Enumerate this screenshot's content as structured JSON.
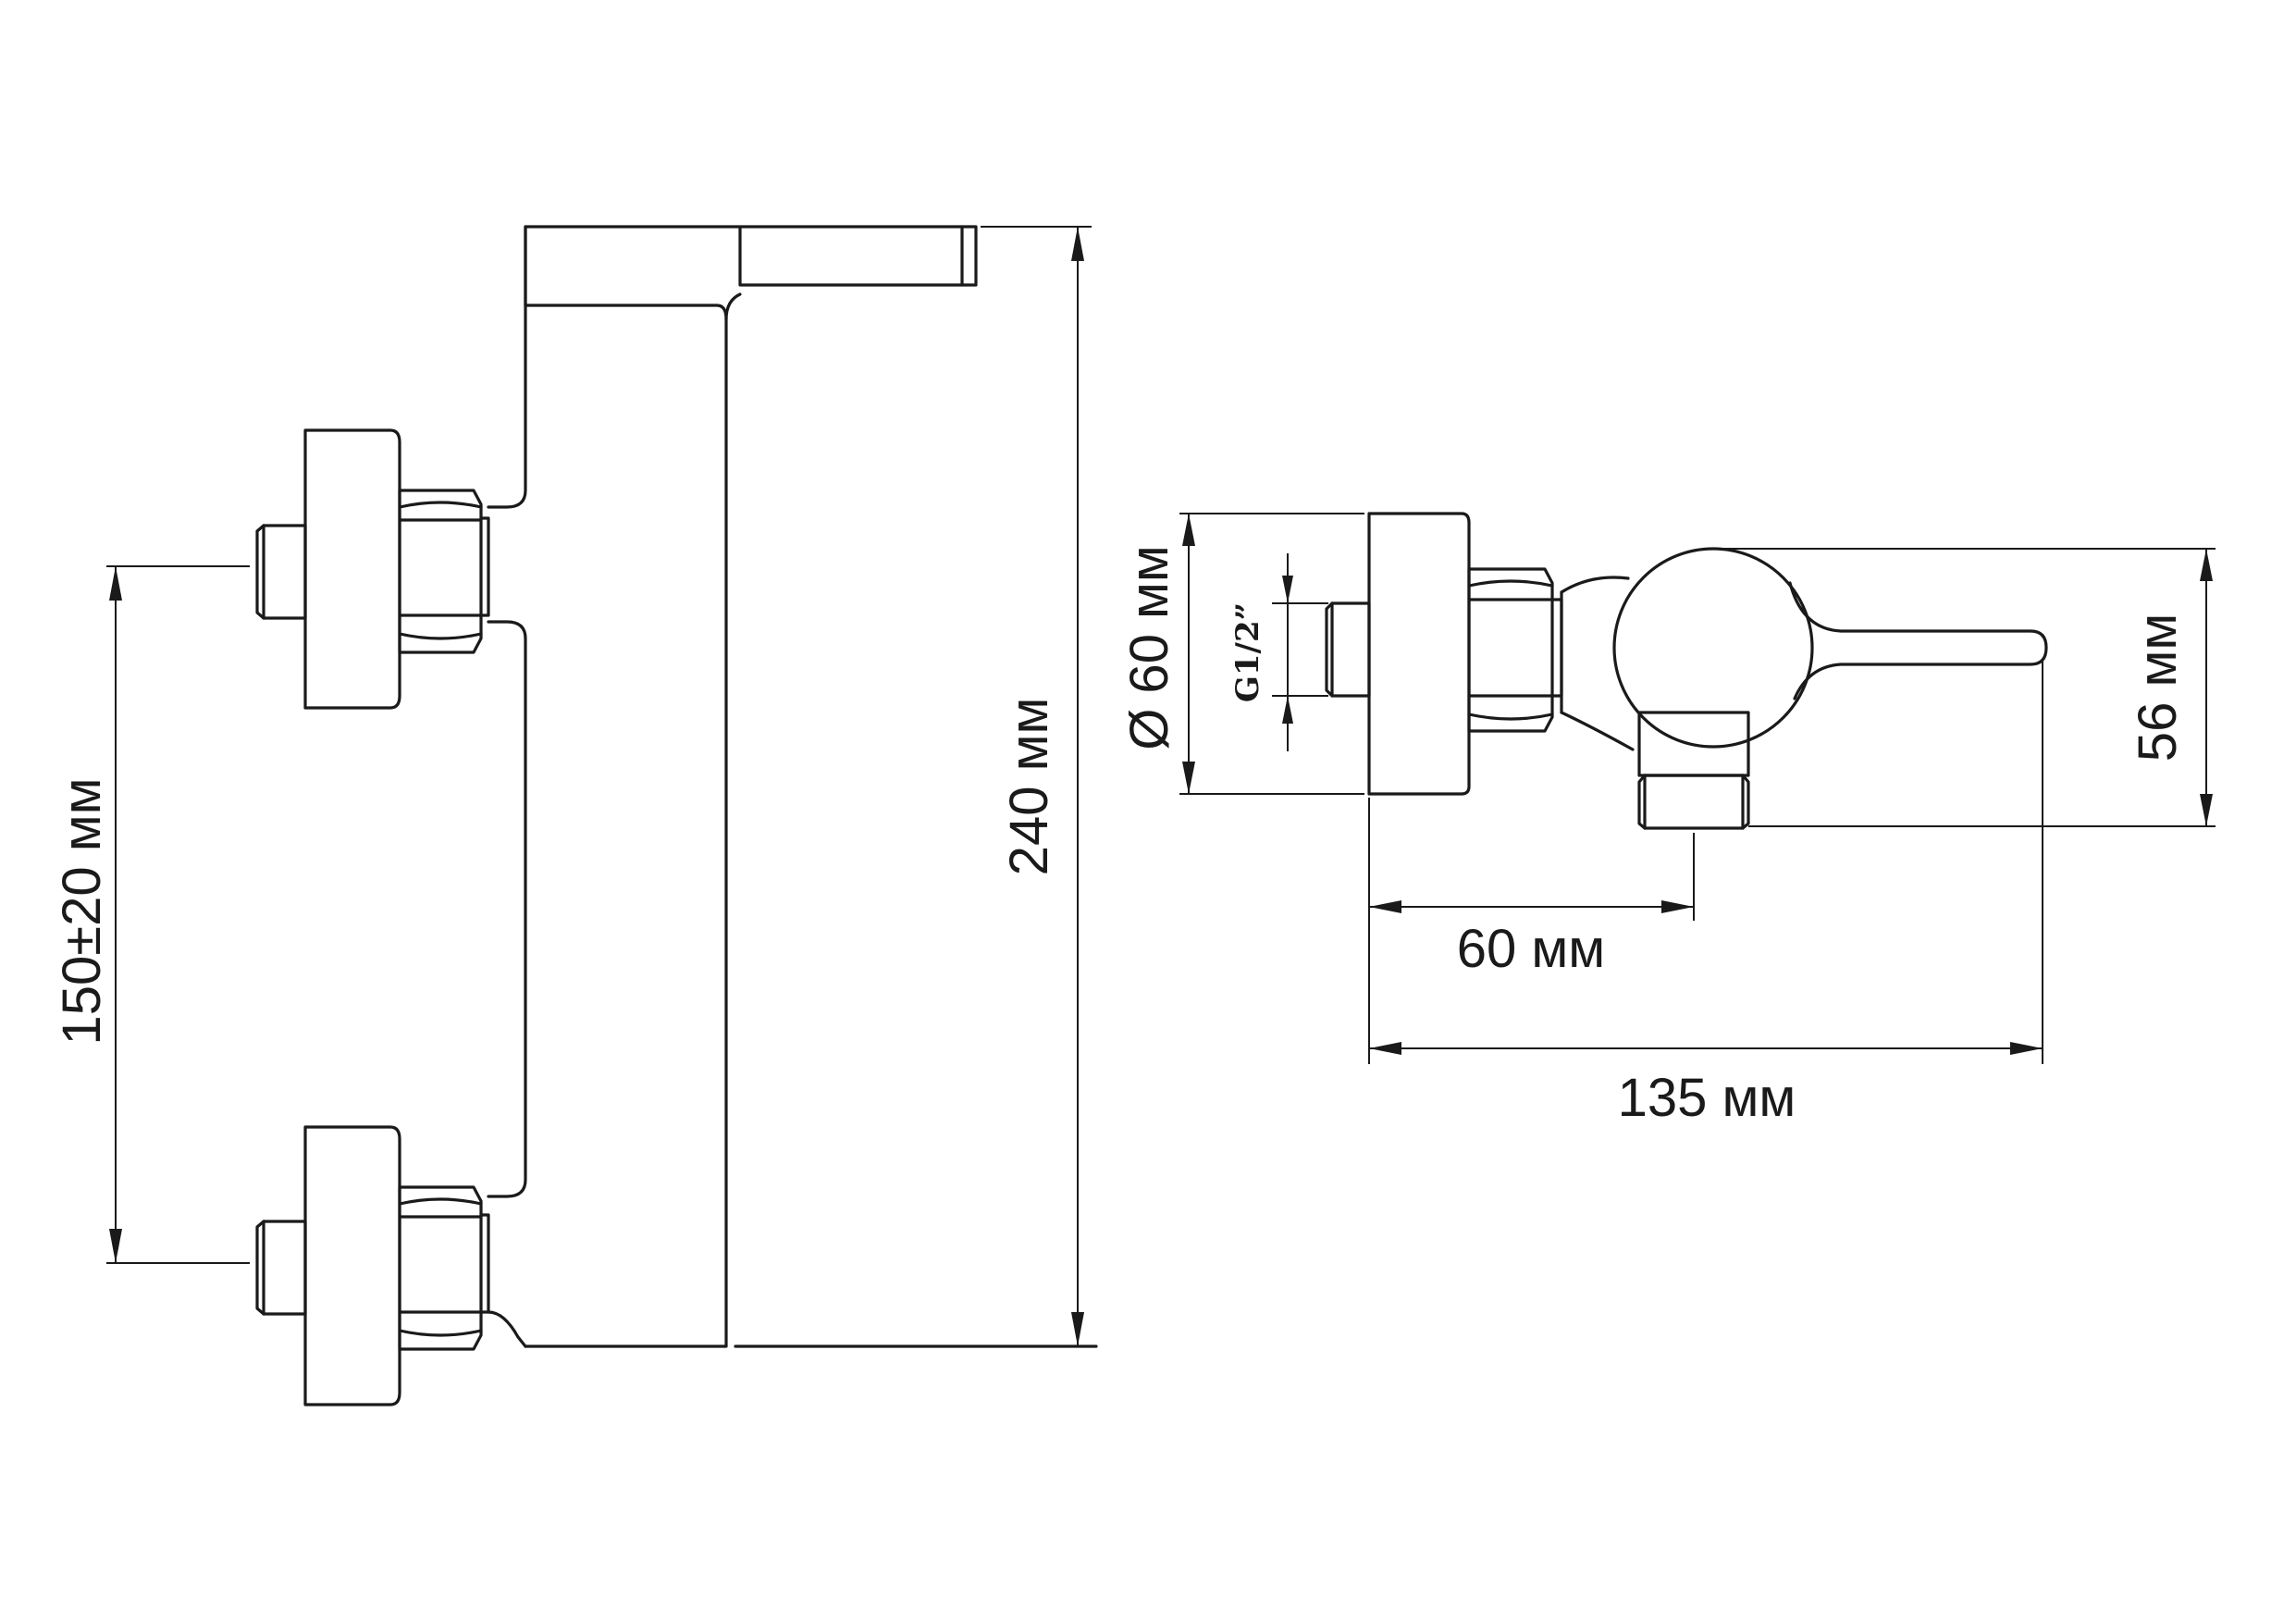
{
  "drawing": {
    "front_view": {
      "height_label": "240 мм",
      "spacing_label": "150±20 мм"
    },
    "side_view": {
      "diameter_label": "Ø 60 мм",
      "thread_label": "G1/2”",
      "outlet_depth_label": "60 мм",
      "handle_length_label": "135 мм",
      "outlet_height_label": "56 мм"
    }
  }
}
